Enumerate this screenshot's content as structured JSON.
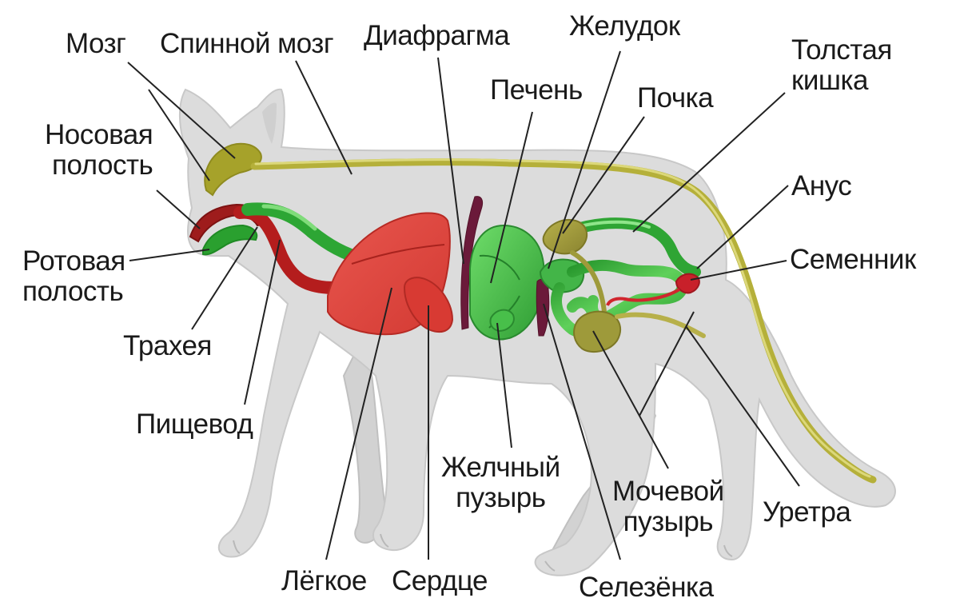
{
  "labels": {
    "brain": "Мозг",
    "spinal_cord": "Спинной мозг",
    "diaphragm": "Диафрагма",
    "stomach": "Желудок",
    "liver": "Печень",
    "kidney": "Почка",
    "large_intestine": [
      "Толстая",
      "кишка"
    ],
    "nasal_cavity": [
      "Носовая",
      "полость"
    ],
    "anus": "Анус",
    "oral_cavity": [
      "Ротовая",
      "полость"
    ],
    "testis": "Семенник",
    "trachea": "Трахея",
    "esophagus": "Пищевод",
    "gallbladder": [
      "Желчный",
      "пузырь"
    ],
    "bladder": [
      "Мочевой",
      "пузырь"
    ],
    "urethra": "Уретра",
    "lung": "Лёгкое",
    "heart": "Сердце",
    "spleen": "Селезёнка"
  },
  "colors": {
    "body": "#dcdcdc",
    "body_outline": "#c4c4c4",
    "nervous": "#a6a22a",
    "nervous_light": "#d6d36a",
    "digestive": "#3fb53a",
    "digestive_light": "#7fe07a",
    "respiratory": "#e0443c",
    "respiratory_dark": "#b21c1c",
    "diaphragm": "#6b1a3a",
    "spleen": "#6b1a3a",
    "urinary": "#9e9a3a",
    "testis": "#c8202a"
  }
}
